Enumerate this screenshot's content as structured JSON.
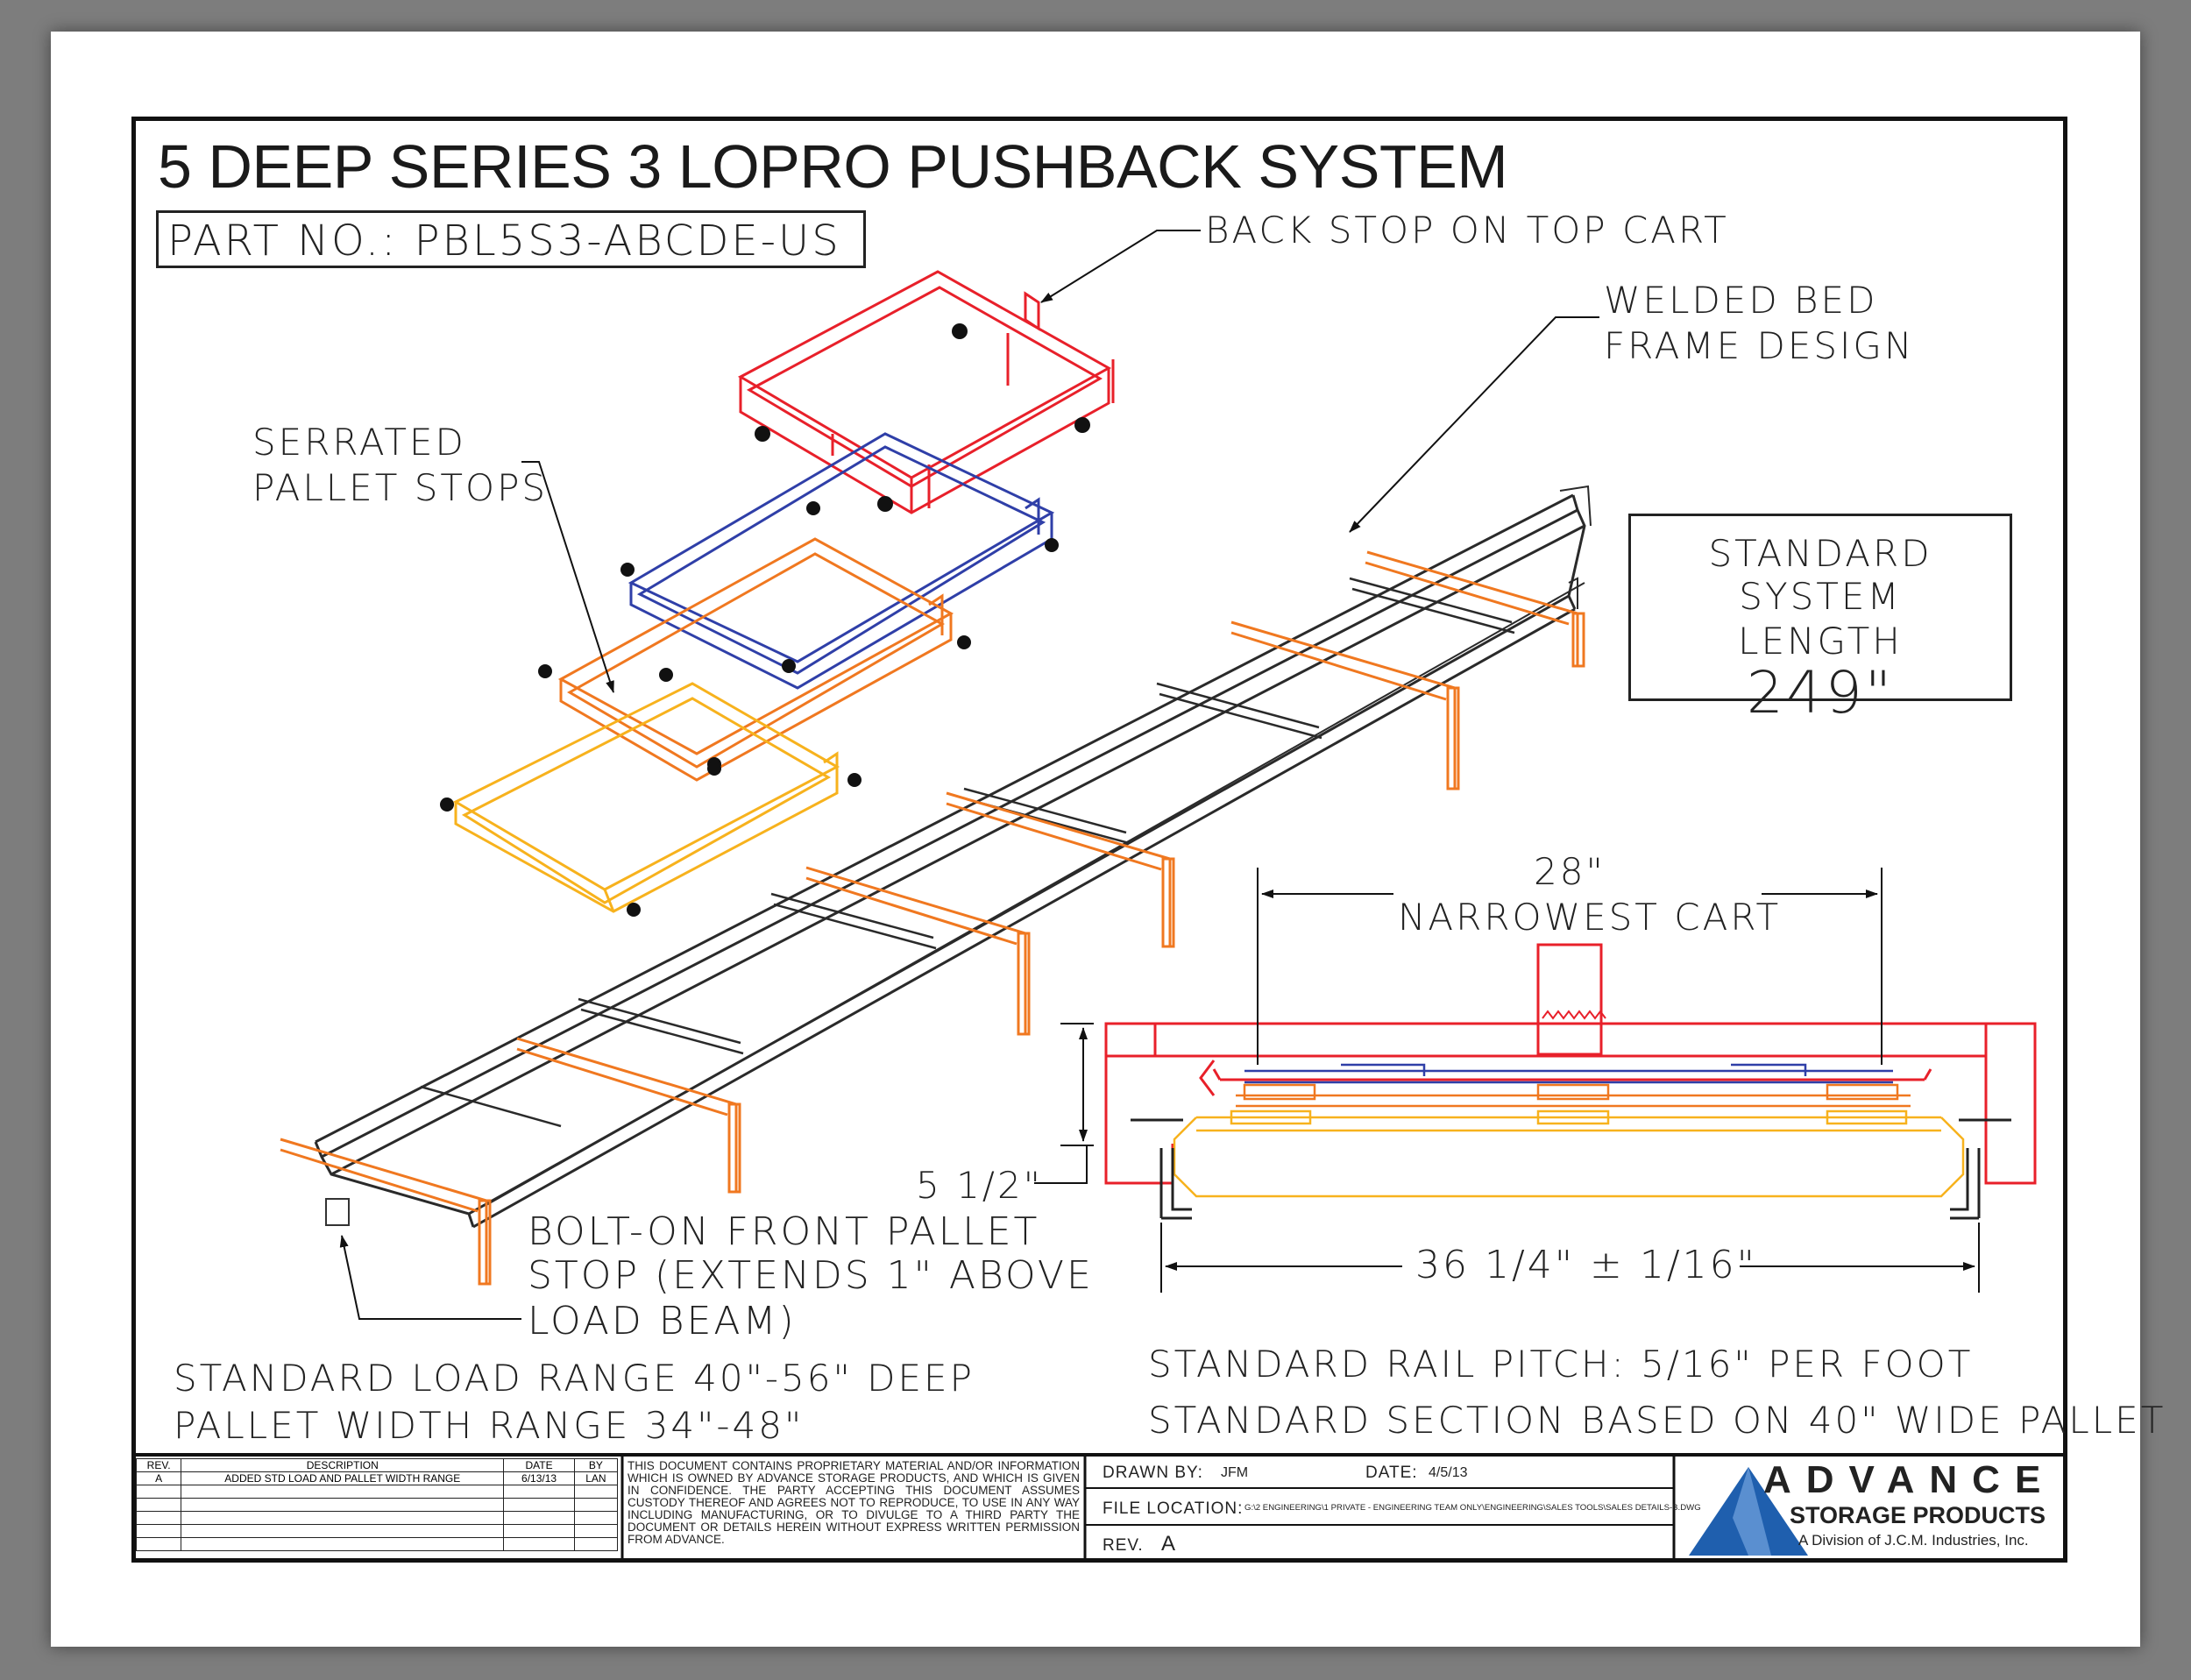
{
  "title": "5 DEEP SERIES 3 LOPRO PUSHBACK SYSTEM",
  "part_number": "PART NO.: PBL5S3-ABCDE-US",
  "callouts": {
    "back_stop": "BACK STOP ON TOP CART",
    "welded_bed_1": "WELDED BED",
    "welded_bed_2": "FRAME DESIGN",
    "serrated_1": "SERRATED",
    "serrated_2": "PALLET STOPS",
    "bolt_on_1": "BOLT-ON FRONT PALLET",
    "bolt_on_2": "STOP (EXTENDS 1\" ABOVE",
    "bolt_on_3": "LOAD BEAM)"
  },
  "length_box": {
    "line1": "STANDARD SYSTEM",
    "line2": "LENGTH",
    "value": "249\""
  },
  "dimensions": {
    "narrowest_value": "28\"",
    "narrowest_label": "NARROWEST CART",
    "height": "5 1/2\"",
    "width": "36 1/4\" ± 1/16\""
  },
  "notes": {
    "load_range": "STANDARD LOAD RANGE 40\"-56\" DEEP",
    "pallet_width": "PALLET WIDTH RANGE 34\"-48\"",
    "rail_pitch": "STANDARD RAIL PITCH: 5/16\" PER FOOT",
    "section_basis": "STANDARD SECTION BASED ON 40\" WIDE PALLET"
  },
  "revision_table": {
    "headers": [
      "REV.",
      "DESCRIPTION",
      "DATE",
      "BY"
    ],
    "rows": [
      [
        "A",
        "ADDED STD LOAD AND PALLET WIDTH RANGE",
        "6/13/13",
        "LAN"
      ]
    ]
  },
  "notice": "THIS DOCUMENT CONTAINS PROPRIETARY MATERIAL AND/OR INFORMATION WHICH IS OWNED BY ADVANCE STORAGE PRODUCTS, AND WHICH IS GIVEN IN CONFIDENCE. THE PARTY ACCEPTING THIS DOCUMENT ASSUMES CUSTODY THEREOF AND AGREES NOT TO REPRODUCE, TO USE IN ANY WAY INCLUDING MANUFACTURING, OR TO DIVULGE TO A THIRD PARTY THE DOCUMENT OR DETAILS HEREIN WITHOUT EXPRESS WRITTEN PERMISSION FROM ADVANCE.",
  "title_block": {
    "drawn_by_label": "DRAWN BY:",
    "drawn_by": "JFM",
    "date_label": "DATE:",
    "date": "4/5/13",
    "file_label": "FILE LOCATION:",
    "file_path": "G:\\2 ENGINEERING\\1 PRIVATE - ENGINEERING TEAM ONLY\\ENGINEERING\\SALES TOOLS\\SALES DETAILS-B.DWG",
    "rev_label": "REV.",
    "rev": "A"
  },
  "logo": {
    "line1": "ADVANCE",
    "line2": "STORAGE PRODUCTS",
    "line3": "A Division of J.C.M. Industries, Inc."
  },
  "colors": {
    "red_cart": "#e8202a",
    "blue_cart": "#2f3fa8",
    "orange_cart": "#f07820",
    "yellow_cart": "#f7b21d",
    "frame": "#2a2a2a",
    "logo_blue": "#1f5fae"
  }
}
